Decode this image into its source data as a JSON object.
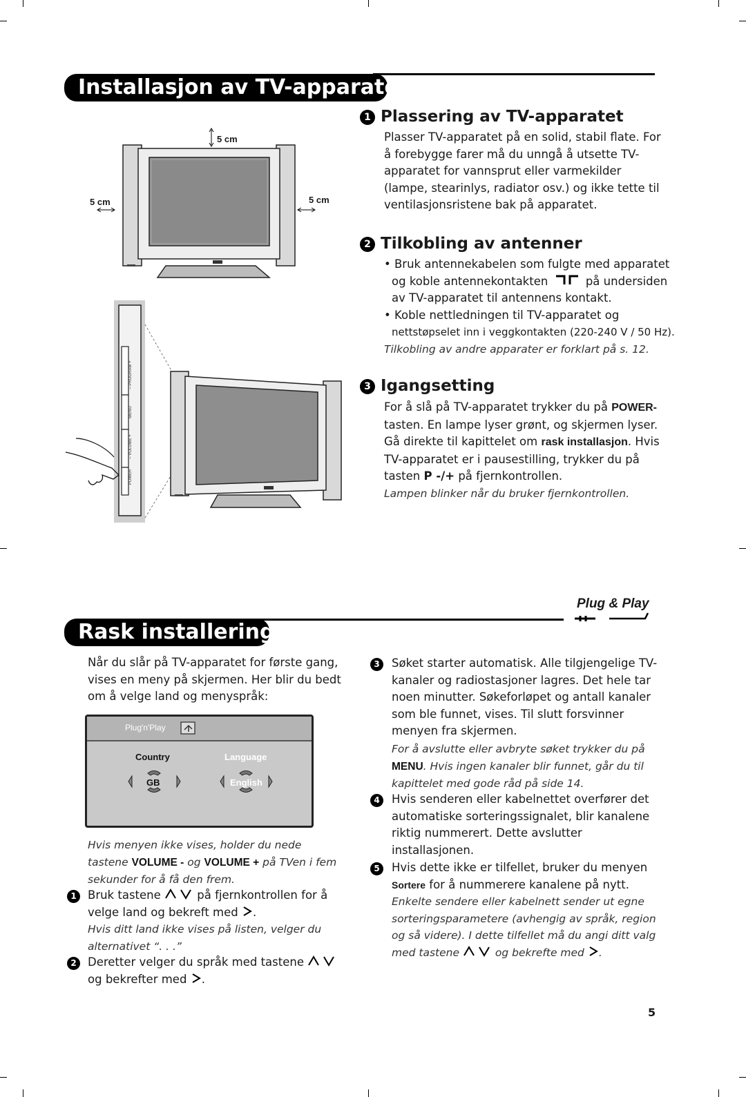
{
  "section1": {
    "title": "Installasjon av TV-apparatet",
    "placement": {
      "num": "1",
      "heading": "Plassering av TV-apparatet",
      "text": "Plasser TV-apparatet på en solid, stabil flate. For å forebygge farer må du unngå å utsette TV-apparatet for vannsprut eller varmekilder (lampe, stearinlys, radiator osv.) og ikke tette til ventilasjonsristene bak på apparatet."
    },
    "antenna": {
      "num": "2",
      "heading": "Tilkobling av antenner",
      "bullet1a": "• Bruk antennekabelen som fulgte med apparatet",
      "bullet1b": "og koble antennekontakten",
      "bullet1c": "på undersiden",
      "bullet1d": "av TV-apparatet til antennens kontakt.",
      "bullet2a": "• Koble nettledningen til TV-apparatet og",
      "bullet2b": "nettstøpselet inn i veggkontakten (220-240 V / 50 Hz).",
      "note": "Tilkobling av andre apparater er forklart på s. 12."
    },
    "startup": {
      "num": "3",
      "heading": "Igangsetting",
      "t1": "For å slå på TV-apparatet trykker du på",
      "power": "POWER-",
      "t2": "tasten. En lampe lyser grønt, og skjermen lyser. Gå direkte til kapittelet om",
      "quick": "rask installasjon",
      "t3": ". Hvis TV-apparatet er i pausestilling, trykker du på tasten",
      "pkey": "P -/+",
      "t4": "på fjernkontrollen.",
      "note": "Lampen blinker når du bruker fjernkontrollen."
    },
    "clearance": {
      "top": "5 cm",
      "left": "5 cm",
      "right": "5 cm"
    },
    "side_panel": {
      "program": "–  PROGRAM  +",
      "menu": "MENU",
      "volume": "–  VOLUME  +",
      "power": "POWER"
    }
  },
  "section2": {
    "title": "Rask installering",
    "logo": "Plug & Play",
    "intro": "Når du slår på TV-apparatet for første gang, vises en meny på skjermen. Her blir du bedt om å velge land og menyspråk:",
    "osd": {
      "header": "Plug'n'Play",
      "country_label": "Country",
      "language_label": "Language",
      "country_value": "GB",
      "language_value": "English"
    },
    "note1a": "Hvis menyen ikke vises, holder du nede tastene",
    "vol_minus": "VOLUME -",
    "og": "og",
    "vol_plus": "VOLUME +",
    "note1b": "på TVen i fem sekunder for å få den frem.",
    "step1": {
      "num": "1",
      "a": "Bruk tastene",
      "b": "på fjernkontrollen for å velge land og bekreft med",
      "c": "."
    },
    "step1_note": "Hvis ditt land ikke vises på listen, velger du alternativet “. . .”",
    "step2": {
      "num": "2",
      "a": "Deretter velger du språk med tastene",
      "b": "og bekrefter med",
      "c": "."
    },
    "step3": {
      "num": "3",
      "text": "Søket starter automatisk. Alle tilgjengelige TV-kanaler og radiostasjoner lagres. Det hele tar noen minutter. Søkeforløpet og antall kanaler som ble funnet, vises. Til slutt forsvinner menyen fra skjermen."
    },
    "step3_note_a": "For å avslutte eller avbryte søket trykker du på",
    "menu_key": "MENU",
    "step3_note_b": ". Hvis ingen kanaler blir funnet, går du til kapittelet med gode råd på side 14.",
    "step4": {
      "num": "4",
      "text": "Hvis senderen eller kabelnettet overfører det automatiske sorteringssignalet, blir kanalene riktig nummerert. Dette avslutter installasjonen."
    },
    "step5": {
      "num": "5",
      "a": "Hvis dette ikke er tilfellet, bruker du menyen",
      "sort": "Sortere",
      "b": "for å nummerere kanalene på nytt."
    },
    "step5_note_a": "Enkelte sendere eller kabelnett sender ut egne sorteringsparametere (avhengig av språk, region og så videre). I dette tilfellet må du angi ditt valg med tastene",
    "step5_note_b": "og bekrefte med",
    "step5_note_c": "."
  },
  "page_number": "5"
}
